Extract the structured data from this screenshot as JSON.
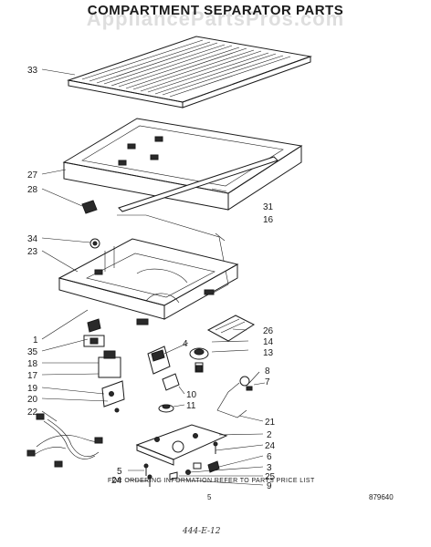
{
  "header": {
    "title": "COMPARTMENT SEPARATOR PARTS",
    "watermark": "AppliancePartsPros.com"
  },
  "parts": [
    {
      "id": "p33",
      "label": "33"
    },
    {
      "id": "p27",
      "label": "27"
    },
    {
      "id": "p28",
      "label": "28"
    },
    {
      "id": "p31",
      "label": "31"
    },
    {
      "id": "p16",
      "label": "16"
    },
    {
      "id": "p34",
      "label": "34"
    },
    {
      "id": "p23",
      "label": "23"
    },
    {
      "id": "p1",
      "label": "1"
    },
    {
      "id": "p26",
      "label": "26"
    },
    {
      "id": "p35",
      "label": "35"
    },
    {
      "id": "p4",
      "label": "4"
    },
    {
      "id": "p14",
      "label": "14"
    },
    {
      "id": "p13",
      "label": "13"
    },
    {
      "id": "p18",
      "label": "18"
    },
    {
      "id": "p8",
      "label": "8"
    },
    {
      "id": "p17",
      "label": "17"
    },
    {
      "id": "p7",
      "label": "7"
    },
    {
      "id": "p19",
      "label": "19"
    },
    {
      "id": "p10",
      "label": "10"
    },
    {
      "id": "p20",
      "label": "20"
    },
    {
      "id": "p11",
      "label": "11"
    },
    {
      "id": "p22",
      "label": "22"
    },
    {
      "id": "p21",
      "label": "21"
    },
    {
      "id": "p2",
      "label": "2"
    },
    {
      "id": "p24a",
      "label": "24"
    },
    {
      "id": "p6",
      "label": "6"
    },
    {
      "id": "p5",
      "label": "5"
    },
    {
      "id": "p3",
      "label": "3"
    },
    {
      "id": "p25",
      "label": "25"
    },
    {
      "id": "p24b",
      "label": "24"
    },
    {
      "id": "p9",
      "label": "9"
    }
  ],
  "footer": {
    "note": "FOR ORDERING INFORMATION REFER TO PARTS PRICE LIST",
    "page_number": "5",
    "reference": "879640",
    "handwritten": "444-E-12"
  }
}
